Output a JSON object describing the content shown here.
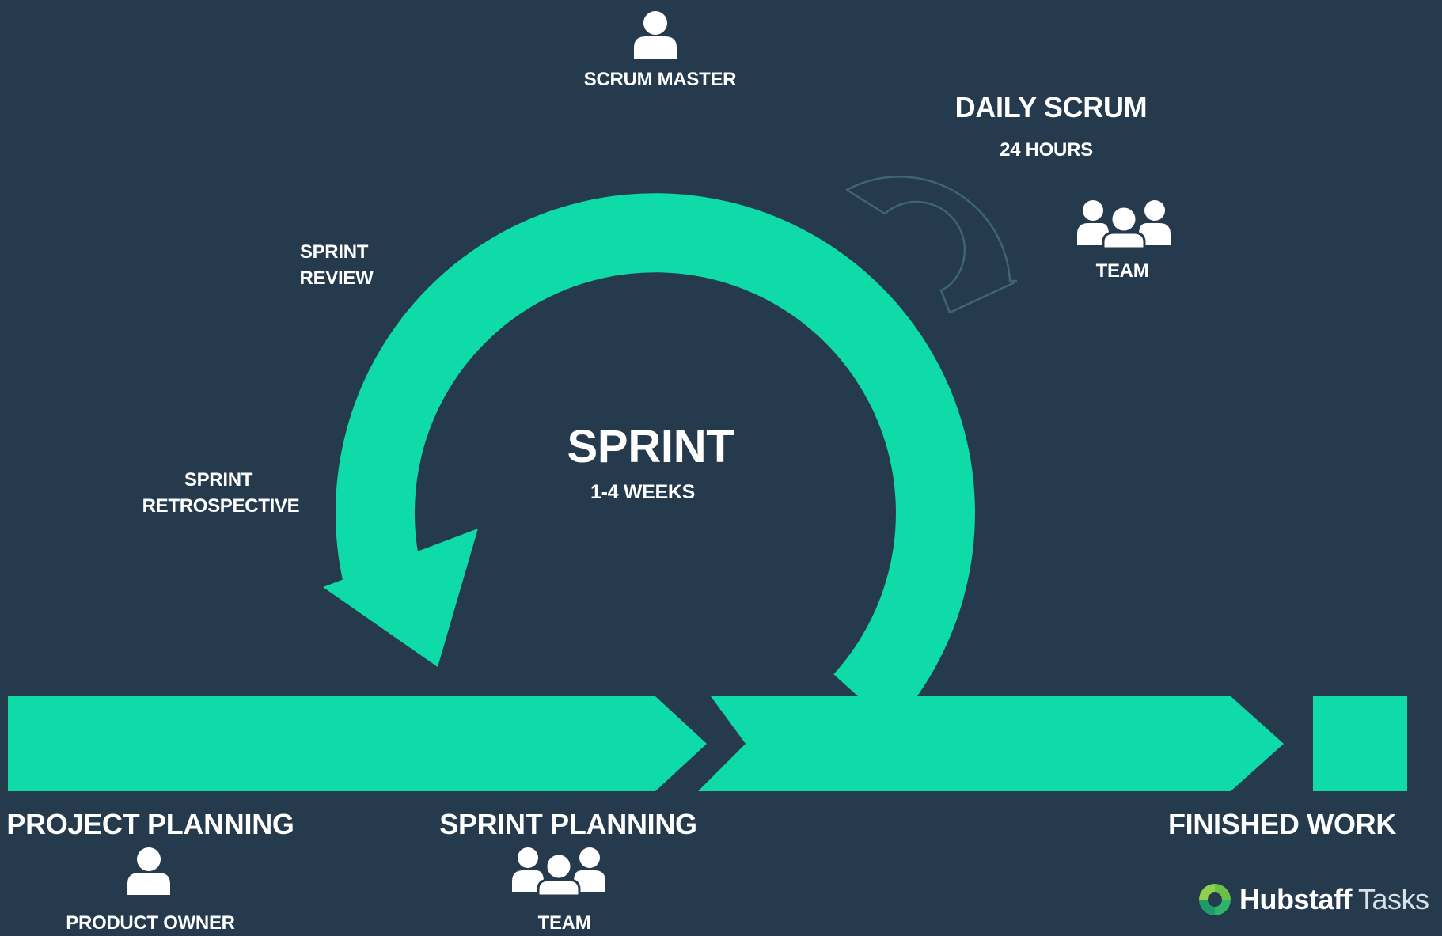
{
  "diagram": {
    "sprint": {
      "title": "SPRINT",
      "duration": "1-4 WEEKS"
    },
    "scrum_master": {
      "label": "SCRUM MASTER"
    },
    "daily_scrum": {
      "title": "DAILY SCRUM",
      "duration": "24 HOURS",
      "team_label": "TEAM"
    },
    "sprint_review": {
      "label_line1": "SPRINT",
      "label_line2": "REVIEW"
    },
    "sprint_retrospective": {
      "label_line1": "SPRINT",
      "label_line2": "RETROSPECTIVE"
    },
    "project_planning": {
      "title": "PROJECT PLANNING",
      "role": "PRODUCT OWNER"
    },
    "sprint_planning": {
      "title": "SPRINT PLANNING",
      "role": "TEAM"
    },
    "finished_work": {
      "title": "FINISHED WORK"
    }
  },
  "logo": {
    "name": "Hubstaff",
    "product": "Tasks"
  },
  "colors": {
    "background": "#253a4d",
    "accent": "#0fdba9",
    "text": "#ffffff",
    "daily_arrow_outline": "#3f6473"
  },
  "icons": {
    "scrum_master": "person-icon",
    "daily_team": "team-icon",
    "product_owner": "person-icon",
    "sprint_planning_team": "team-icon",
    "logo": "hubstaff-logo-icon"
  }
}
